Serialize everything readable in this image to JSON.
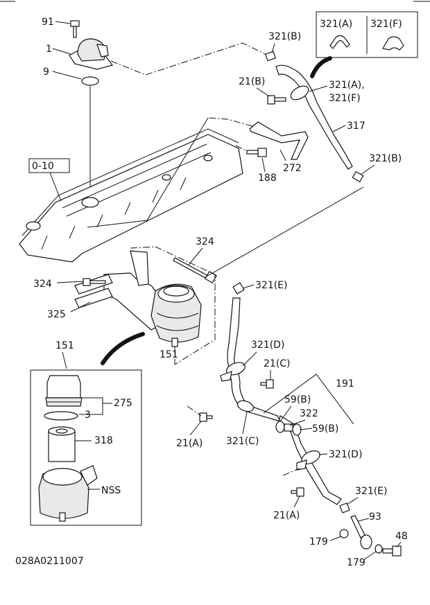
{
  "diagram": {
    "drawing_code": "028A0211007",
    "labels": {
      "l91": "91",
      "l1": "1",
      "l9": "9",
      "l010": "0-10",
      "l321b_top": "321(B)",
      "l21b": "21(B)",
      "l321af": "321(A),",
      "l321f2": "321(F)",
      "l317": "317",
      "l321b_right": "321(B)",
      "l272": "272",
      "l188": "188",
      "l324_top": "324",
      "l324_left": "324",
      "l325": "325",
      "l321e_mid": "321(E)",
      "l151_top": "151",
      "l151_mid": "151",
      "l275": "275",
      "l3": "3",
      "l318": "318",
      "lnss": "NSS",
      "l321d_mid": "321(D)",
      "l21c": "21(C)",
      "l191": "191",
      "l59b_a": "59(B)",
      "l322": "322",
      "l59b_b": "59(B)",
      "l21a_left": "21(A)",
      "l321c": "321(C)",
      "l321d_right": "321(D)",
      "l321e_bottom": "321(E)",
      "l93": "93",
      "l21a_bottom": "21(A)",
      "l48": "48",
      "l179_a": "179",
      "l179_b": "179"
    },
    "inset": {
      "label_a": "321(A)",
      "label_f": "321(F)"
    }
  }
}
